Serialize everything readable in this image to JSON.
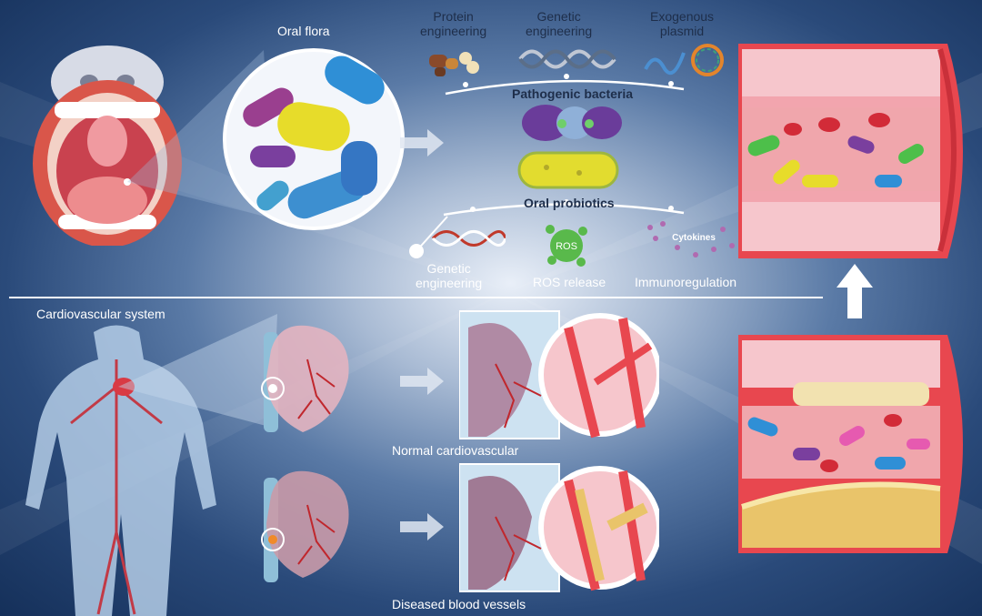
{
  "top_panel": {
    "oral_flora_label": "Oral flora",
    "engineering_tools": [
      {
        "label_line1": "Protein",
        "label_line2": "engineering",
        "icon": "protein-icon"
      },
      {
        "label_line1": "Genetic",
        "label_line2": "engineering",
        "icon": "dna-helix-icon"
      },
      {
        "label_line1": "Exogenous",
        "label_line2": "plasmid",
        "icon": "plasmid-icon"
      }
    ],
    "pathogenic_label": "Pathogenic bacteria",
    "probiotic_label": "Oral probiotics",
    "mechanisms": [
      {
        "label_line1": "Genetic",
        "label_line2": "engineering",
        "icon": "dna-strand-icon"
      },
      {
        "label_line1": "ROS release",
        "label_line2": "",
        "icon": "ros-icon"
      },
      {
        "label_line1": "Immunoregulation",
        "label_line2": "",
        "icon": "cytokines-icon"
      }
    ],
    "ros_icon_text": "ROS",
    "cytokines_text": "Cytokines"
  },
  "bottom_panel": {
    "cardiovascular_label": "Cardiovascular system",
    "normal_label": "Normal cardiovascular",
    "diseased_label": "Diseased blood vessels"
  },
  "colors": {
    "vessel_wall": "#e8474f",
    "vessel_inner": "#f6c6cc",
    "plaque": "#e9c46a",
    "bacteria_yellow": "#e7dc2a",
    "bacteria_blue": "#2f8fd6",
    "bacteria_purple": "#7a3f9e"
  }
}
